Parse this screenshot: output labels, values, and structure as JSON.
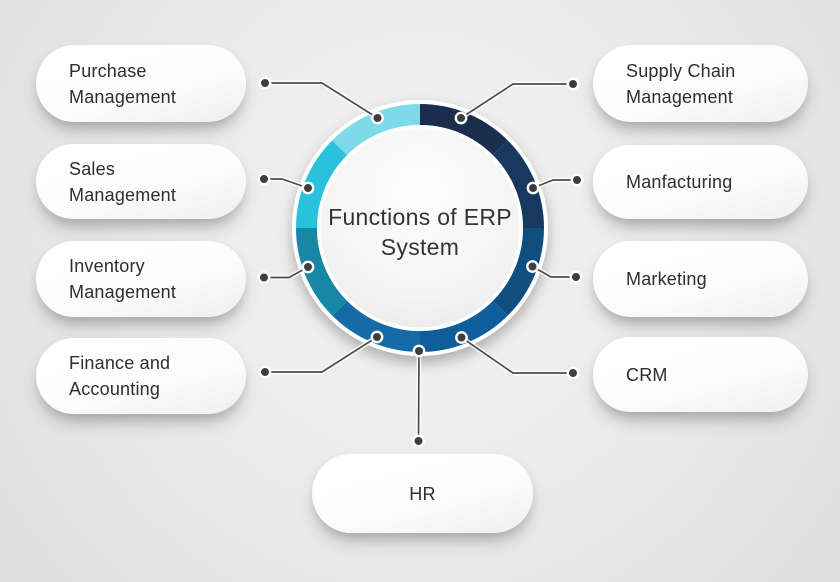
{
  "center": {
    "line1": "Functions of",
    "line2": "ERP System"
  },
  "nodes": {
    "purchase": {
      "line1": "Purchase",
      "line2": "Management"
    },
    "sales": {
      "line1": "Sales",
      "line2": "Management"
    },
    "inventory": {
      "line1": "Inventory",
      "line2": "Management"
    },
    "finance": {
      "line1": "Finance and",
      "line2": "Accounting"
    },
    "hr": {
      "line1": "HR"
    },
    "supply_chain": {
      "line1": "Supply Chain",
      "line2": "Management"
    },
    "manufacturing": {
      "line1": "Manfacturing"
    },
    "marketing": {
      "line1": "Marketing"
    },
    "crm": {
      "line1": "CRM"
    }
  },
  "ring": {
    "segments": [
      {
        "position": "top-right",
        "color": "#1c2e4d"
      },
      {
        "position": "right-upper",
        "color": "#17395f"
      },
      {
        "position": "right-lower",
        "color": "#114e80"
      },
      {
        "position": "bottom-right",
        "color": "#0f5e9a"
      },
      {
        "position": "bottom-left",
        "color": "#156ba6"
      },
      {
        "position": "left-lower",
        "color": "#1787a6"
      },
      {
        "position": "left-upper",
        "color": "#2ac1db"
      },
      {
        "position": "top-left",
        "color": "#7edae8"
      }
    ]
  },
  "style": {
    "line_color": "#4c4c4c",
    "line_casing_color": "#ffffff",
    "dot_color": "#3e3e3e",
    "dot_outline_color": "#ffffff",
    "text_color": "#2e2e2e"
  }
}
